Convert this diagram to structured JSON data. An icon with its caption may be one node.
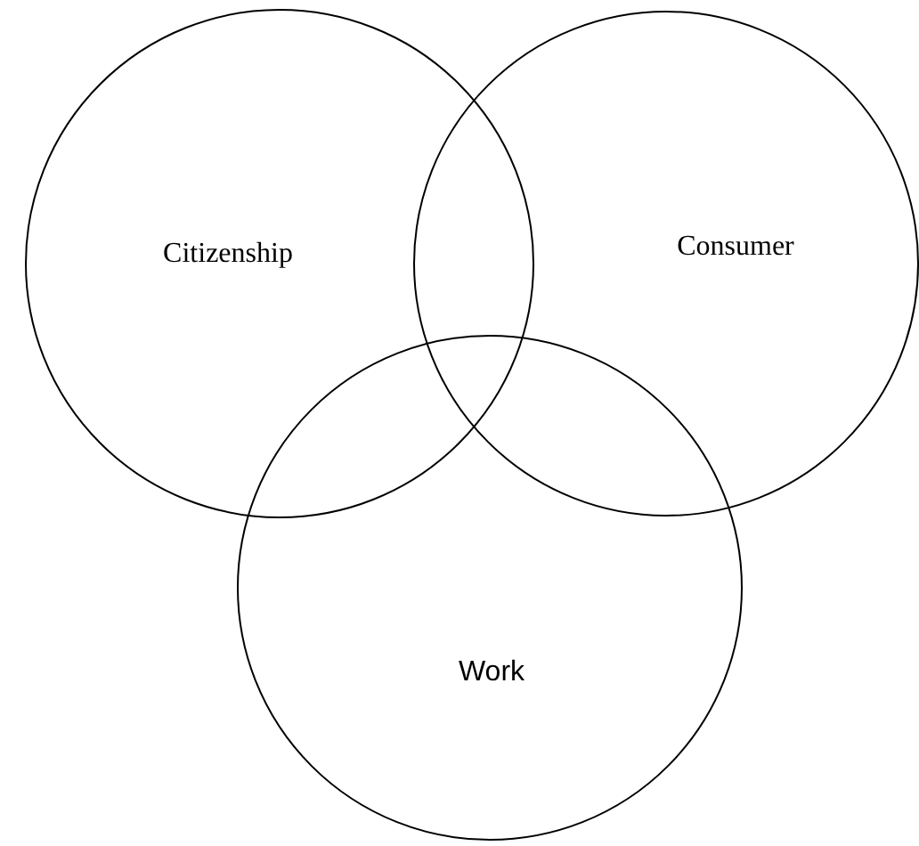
{
  "diagram": {
    "nodes": [
      {
        "text": [
          "Citizenship"
        ]
      },
      {
        "text": [
          "Consumer"
        ]
      },
      {
        "text": [
          "Work"
        ]
      }
    ]
  }
}
